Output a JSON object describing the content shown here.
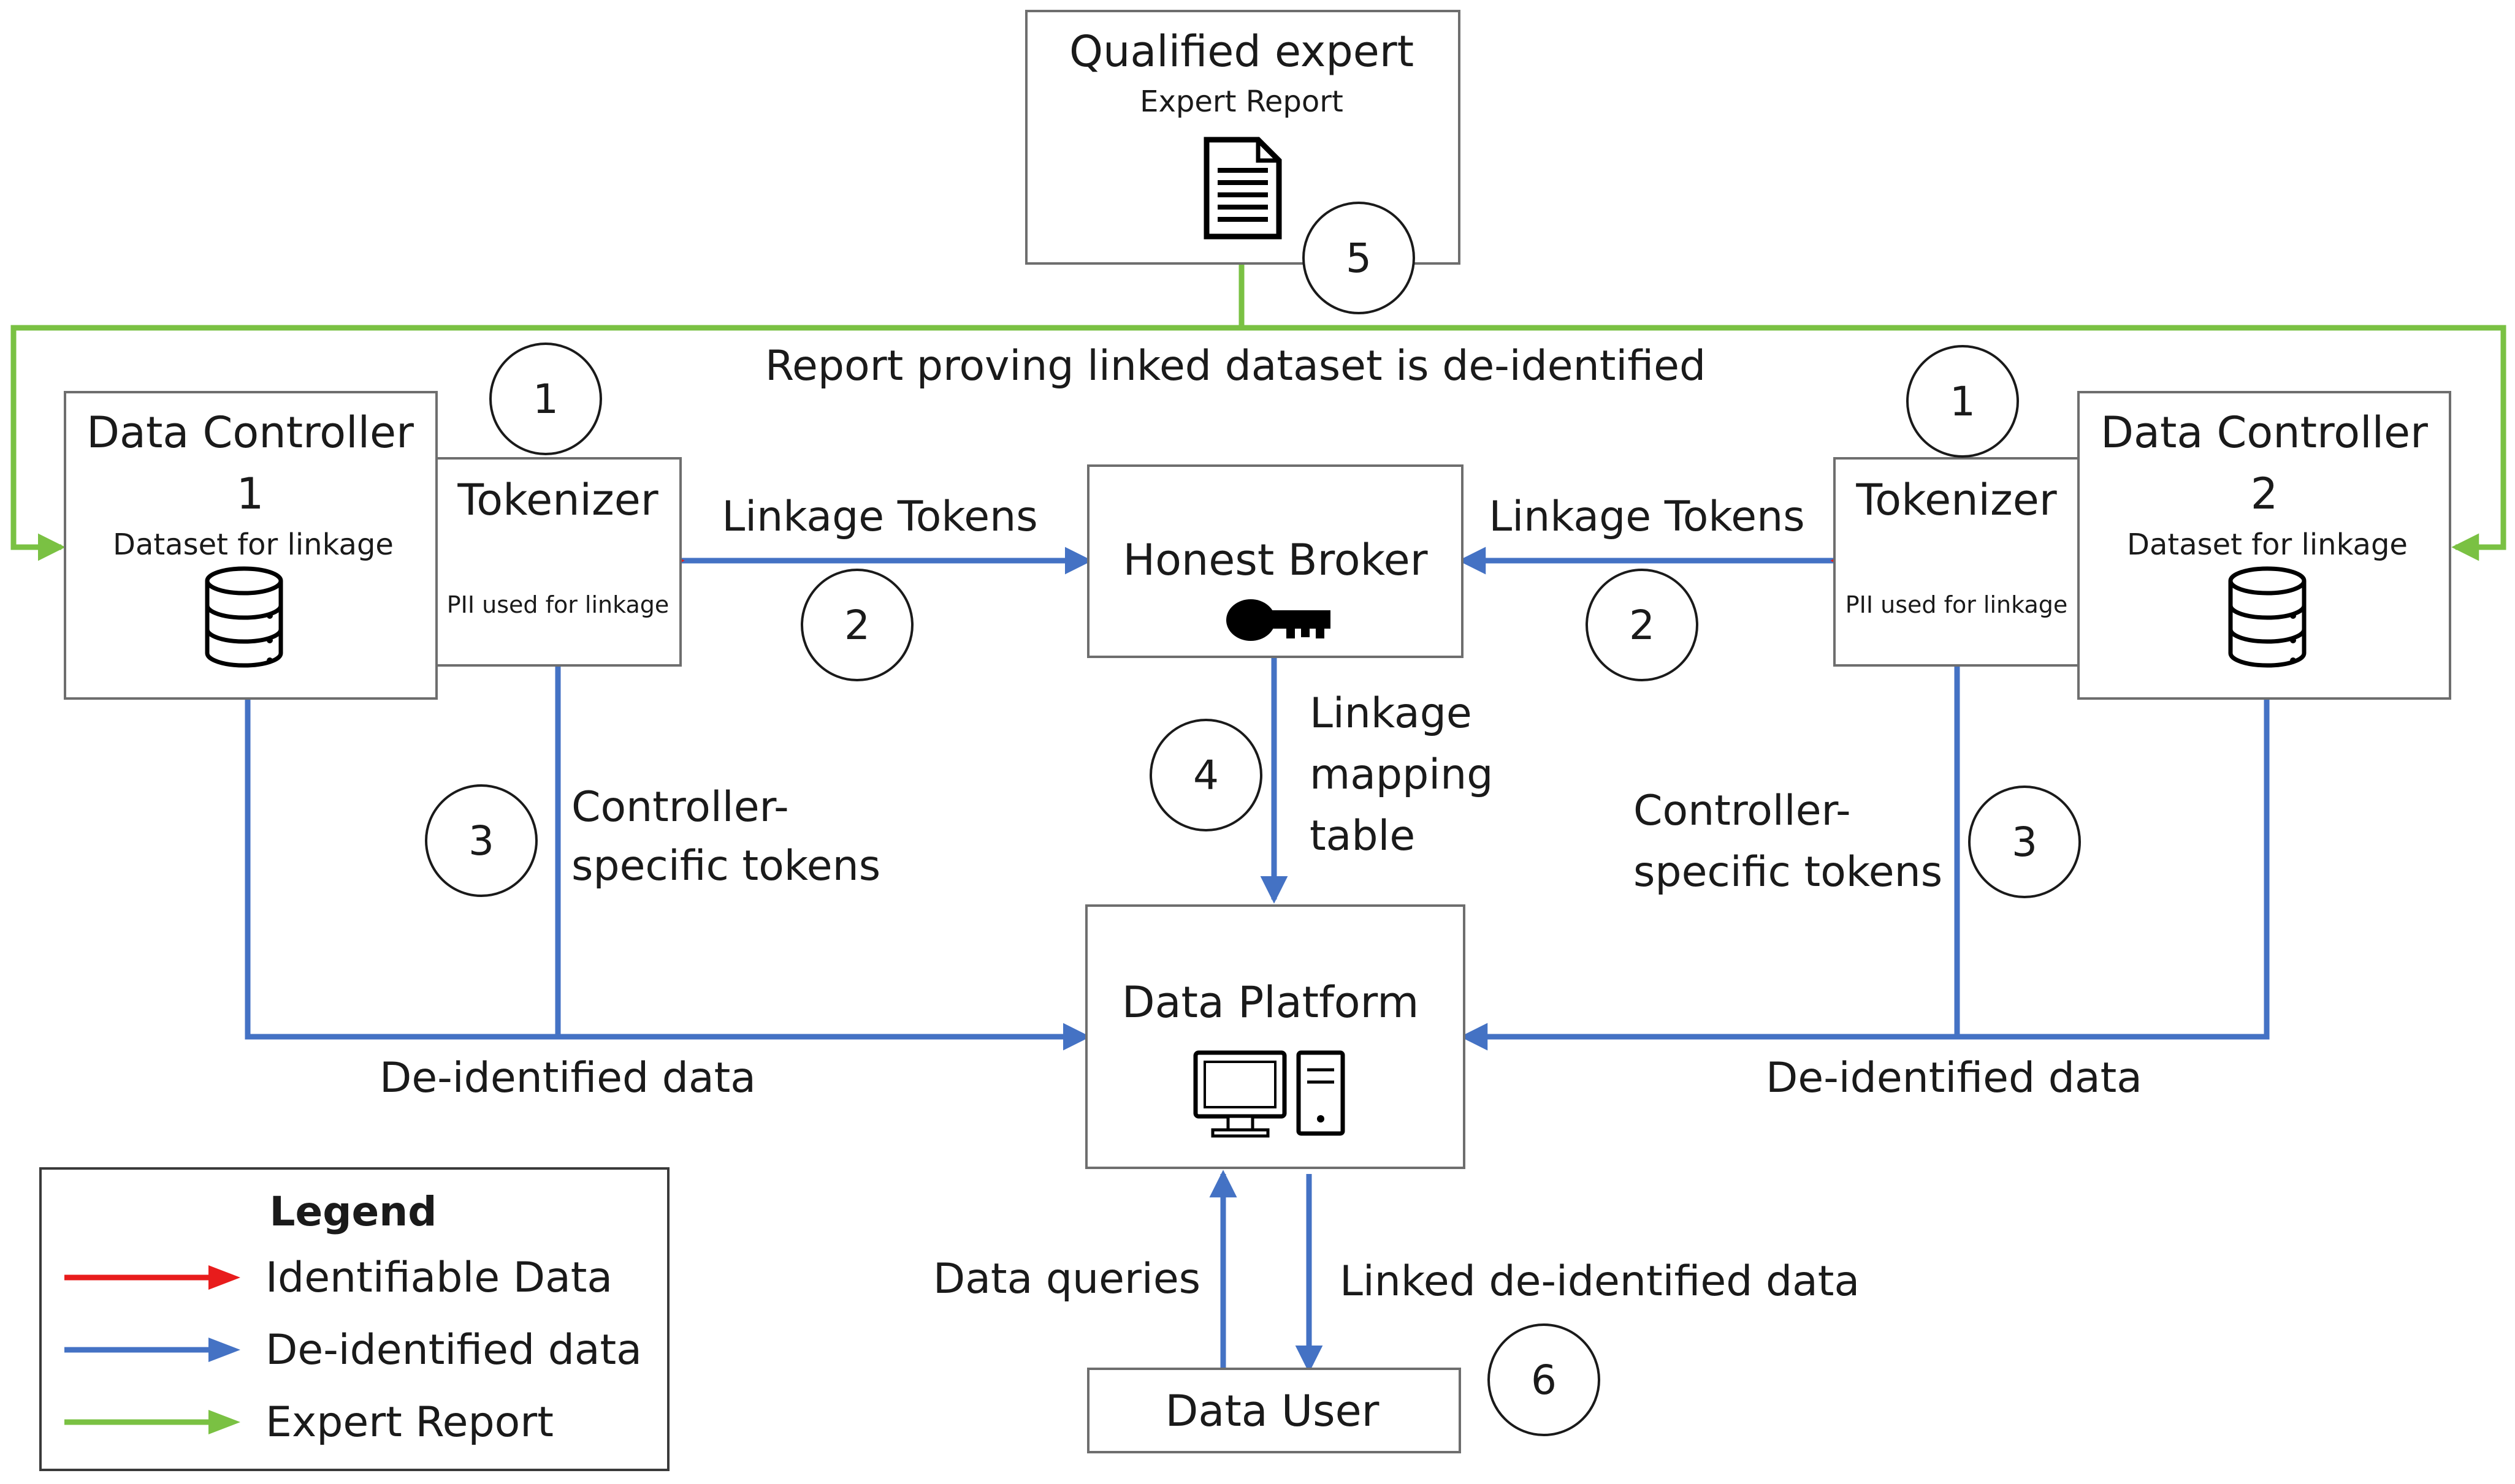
{
  "expert": {
    "title": "Qualified expert",
    "subtitle": "Expert Report",
    "icon": "document-icon",
    "step": "5"
  },
  "report_label": "Report proving linked dataset is de-identified",
  "controller1": {
    "title_line1": "Data Controller",
    "title_line2": "1",
    "subtitle": "Dataset for linkage",
    "icon": "database-icon"
  },
  "controller2": {
    "title_line1": "Data Controller",
    "title_line2": "2",
    "subtitle": "Dataset for linkage",
    "icon": "database-icon"
  },
  "tokenizer1": {
    "title": "Tokenizer",
    "subtitle": "PII used for linkage",
    "step": "1"
  },
  "tokenizer2": {
    "title": "Tokenizer",
    "subtitle": "PII used for linkage",
    "step": "1"
  },
  "broker": {
    "title": "Honest Broker",
    "icon": "key-icon"
  },
  "linkage_tokens_left": {
    "label": "Linkage Tokens",
    "step": "2"
  },
  "linkage_tokens_right": {
    "label": "Linkage Tokens",
    "step": "2"
  },
  "mapping": {
    "line1": "Linkage",
    "line2": "mapping",
    "line3": "table",
    "step": "4"
  },
  "specific_left": {
    "line1": "Controller-",
    "line2": "specific tokens",
    "step": "3"
  },
  "specific_right": {
    "line1": "Controller-",
    "line2": "specific tokens",
    "step": "3"
  },
  "deid_left": "De-identified data",
  "deid_right": "De-identified data",
  "platform": {
    "title": "Data Platform",
    "icon": "computer-icon"
  },
  "user": {
    "title": "Data User",
    "queries_label": "Data queries",
    "linked_label": "Linked de-identified data",
    "step": "6"
  },
  "legend": {
    "title": "Legend",
    "items": [
      {
        "label": "Identifiable Data",
        "color": "#e81c1c"
      },
      {
        "label": "De-identified data",
        "color": "#4472c4"
      },
      {
        "label": "Expert Report",
        "color": "#7ac143"
      }
    ]
  },
  "colors": {
    "identifiable": "#e81c1c",
    "deidentified": "#4472c4",
    "expert_report": "#7ac143"
  }
}
